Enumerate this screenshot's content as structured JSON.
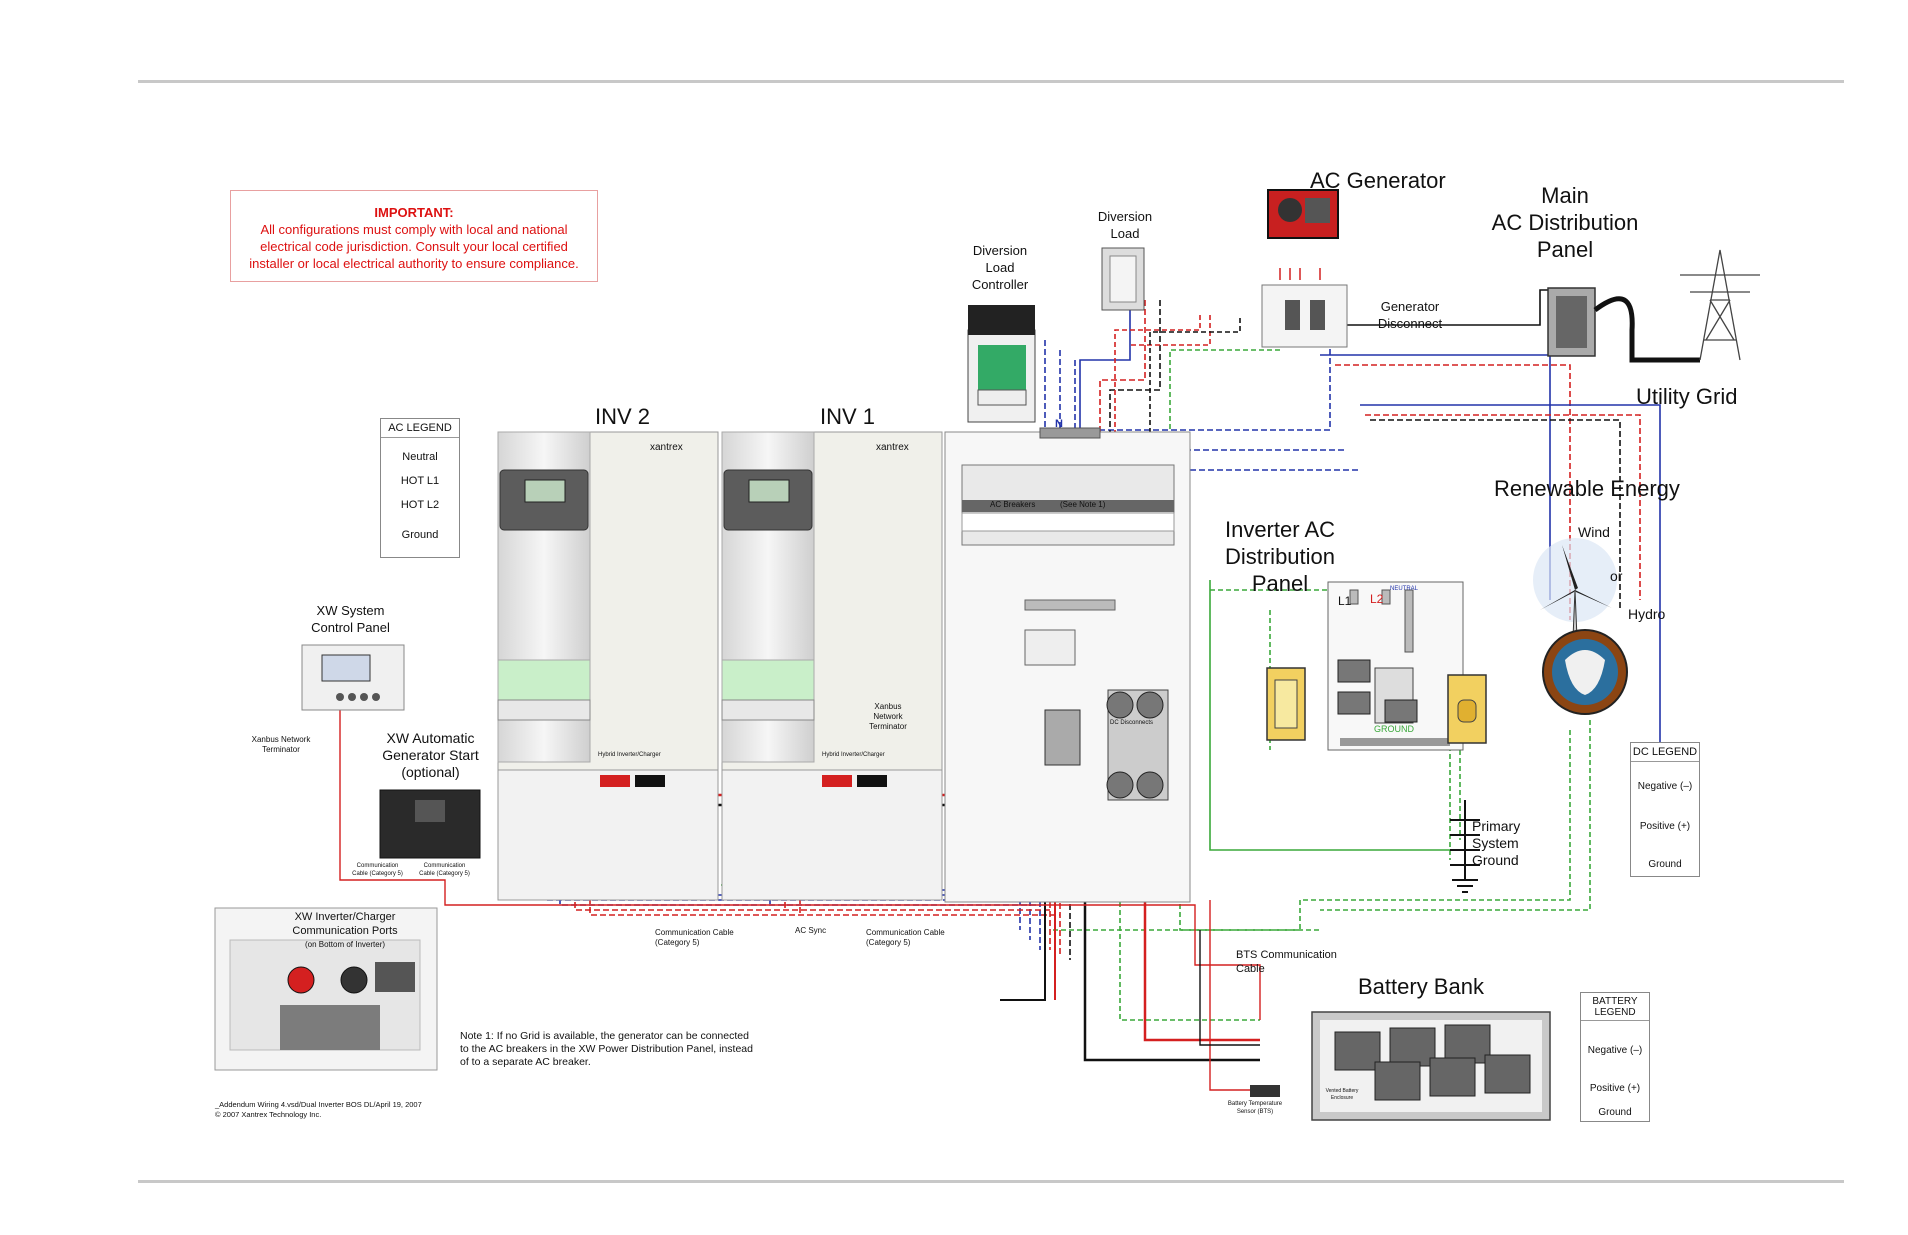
{
  "important": {
    "title": "IMPORTANT:",
    "line1": "All configurations must comply with local and national",
    "line2": "electrical code jurisdiction.  Consult your local certified",
    "line3": "installer or local electrical authority to ensure compliance."
  },
  "ac_legend": {
    "title": "AC LEGEND",
    "neutral": "Neutral",
    "hot_l1": "HOT L1",
    "hot_l2": "HOT L2",
    "ground": "Ground"
  },
  "dc_legend": {
    "title": "DC LEGEND",
    "negative": "Negative (–)",
    "positive": "Positive (+)",
    "ground": "Ground"
  },
  "battery_legend": {
    "title_line1": "BATTERY",
    "title_line2": "LEGEND",
    "negative": "Negative (–)",
    "positive": "Positive (+)",
    "ground": "Ground"
  },
  "labels": {
    "inv2": "INV 2",
    "inv1": "INV 1",
    "xantrex": "xantrex",
    "hybrid_inverter": "Hybrid Inverter/Charger",
    "diversion_load_controller_1": "Diversion",
    "diversion_load_controller_2": "Load",
    "diversion_load_controller_3": "Controller",
    "diversion_load_1": "Diversion",
    "diversion_load_2": "Load",
    "ac_generator": "AC Generator",
    "generator_disconnect_1": "Generator",
    "generator_disconnect_2": "Disconnect",
    "main_panel_1": "Main",
    "main_panel_2": "AC  Distribution",
    "main_panel_3": "Panel",
    "utility_grid": "Utility Grid",
    "renewable_energy": "Renewable Energy",
    "wind": "Wind",
    "or": "or",
    "hydro": "Hydro",
    "inverter_ac_panel_1": "Inverter AC",
    "inverter_ac_panel_2": "Distribution",
    "inverter_ac_panel_3": "Panel",
    "l1": "L1",
    "l2": "L2",
    "neutral_bar": "NEUTRAL",
    "ground_bar": "GROUND",
    "n_label": "N",
    "ac_breakers": "AC Breakers",
    "see_note": "(See Note 1)",
    "dc_disconnects": "DC Disconnects",
    "primary_ground_1": "Primary",
    "primary_ground_2": "System",
    "primary_ground_3": "Ground",
    "xw_control_panel_1": "XW System",
    "xw_control_panel_2": "Control Panel",
    "xanbus_terminator_left_1": "Xanbus Network",
    "xanbus_terminator_left_2": "Terminator",
    "xanbus_terminator_right_1": "Xanbus",
    "xanbus_terminator_right_2": "Network",
    "xanbus_terminator_right_3": "Terminator",
    "ags_1": "XW Automatic",
    "ags_2": "Generator Start",
    "ags_3": "(optional)",
    "comm_cable_a_1": "Communication",
    "comm_cable_a_2": "Cable (Category 5)",
    "comm_cable_b_1": "Communication",
    "comm_cable_b_2": "Cable (Category 5)",
    "comm_cable_c_1": "Communication Cable",
    "comm_cable_c_2": "(Category 5)",
    "ac_sync": "AC Sync",
    "comm_cable_d_1": "Communication Cable",
    "comm_cable_d_2": "(Category 5)",
    "bts_cable_1": "BTS Communication",
    "bts_cable_2": "Cable",
    "battery_bank": "Battery Bank",
    "vented_enclosure_1": "Vented Battery",
    "vented_enclosure_2": "Enclosure",
    "bts_sensor_1": "Battery Temperature",
    "bts_sensor_2": "Sensor (BTS)",
    "comm_ports_1": "XW Inverter/Charger",
    "comm_ports_2": "Communication Ports",
    "comm_ports_3": "(on Bottom of Inverter)",
    "note_1": "Note 1:  If no Grid is available, the generator can be connected",
    "note_2": "to the AC breakers in the XW Power Distribution Panel, instead",
    "note_3": "of to a separate AC breaker.",
    "footer_1": "_Addendum Wiring 4.vsd/Dual Inverter BOS DL/April 19, 2007",
    "footer_2": "© 2007 Xantrex Technology Inc."
  },
  "colors": {
    "neutral": "#2233aa",
    "hot_l1": "#111111",
    "hot_l2": "#d42020",
    "ground": "#3aa83a",
    "important_text": "#dd1111"
  }
}
